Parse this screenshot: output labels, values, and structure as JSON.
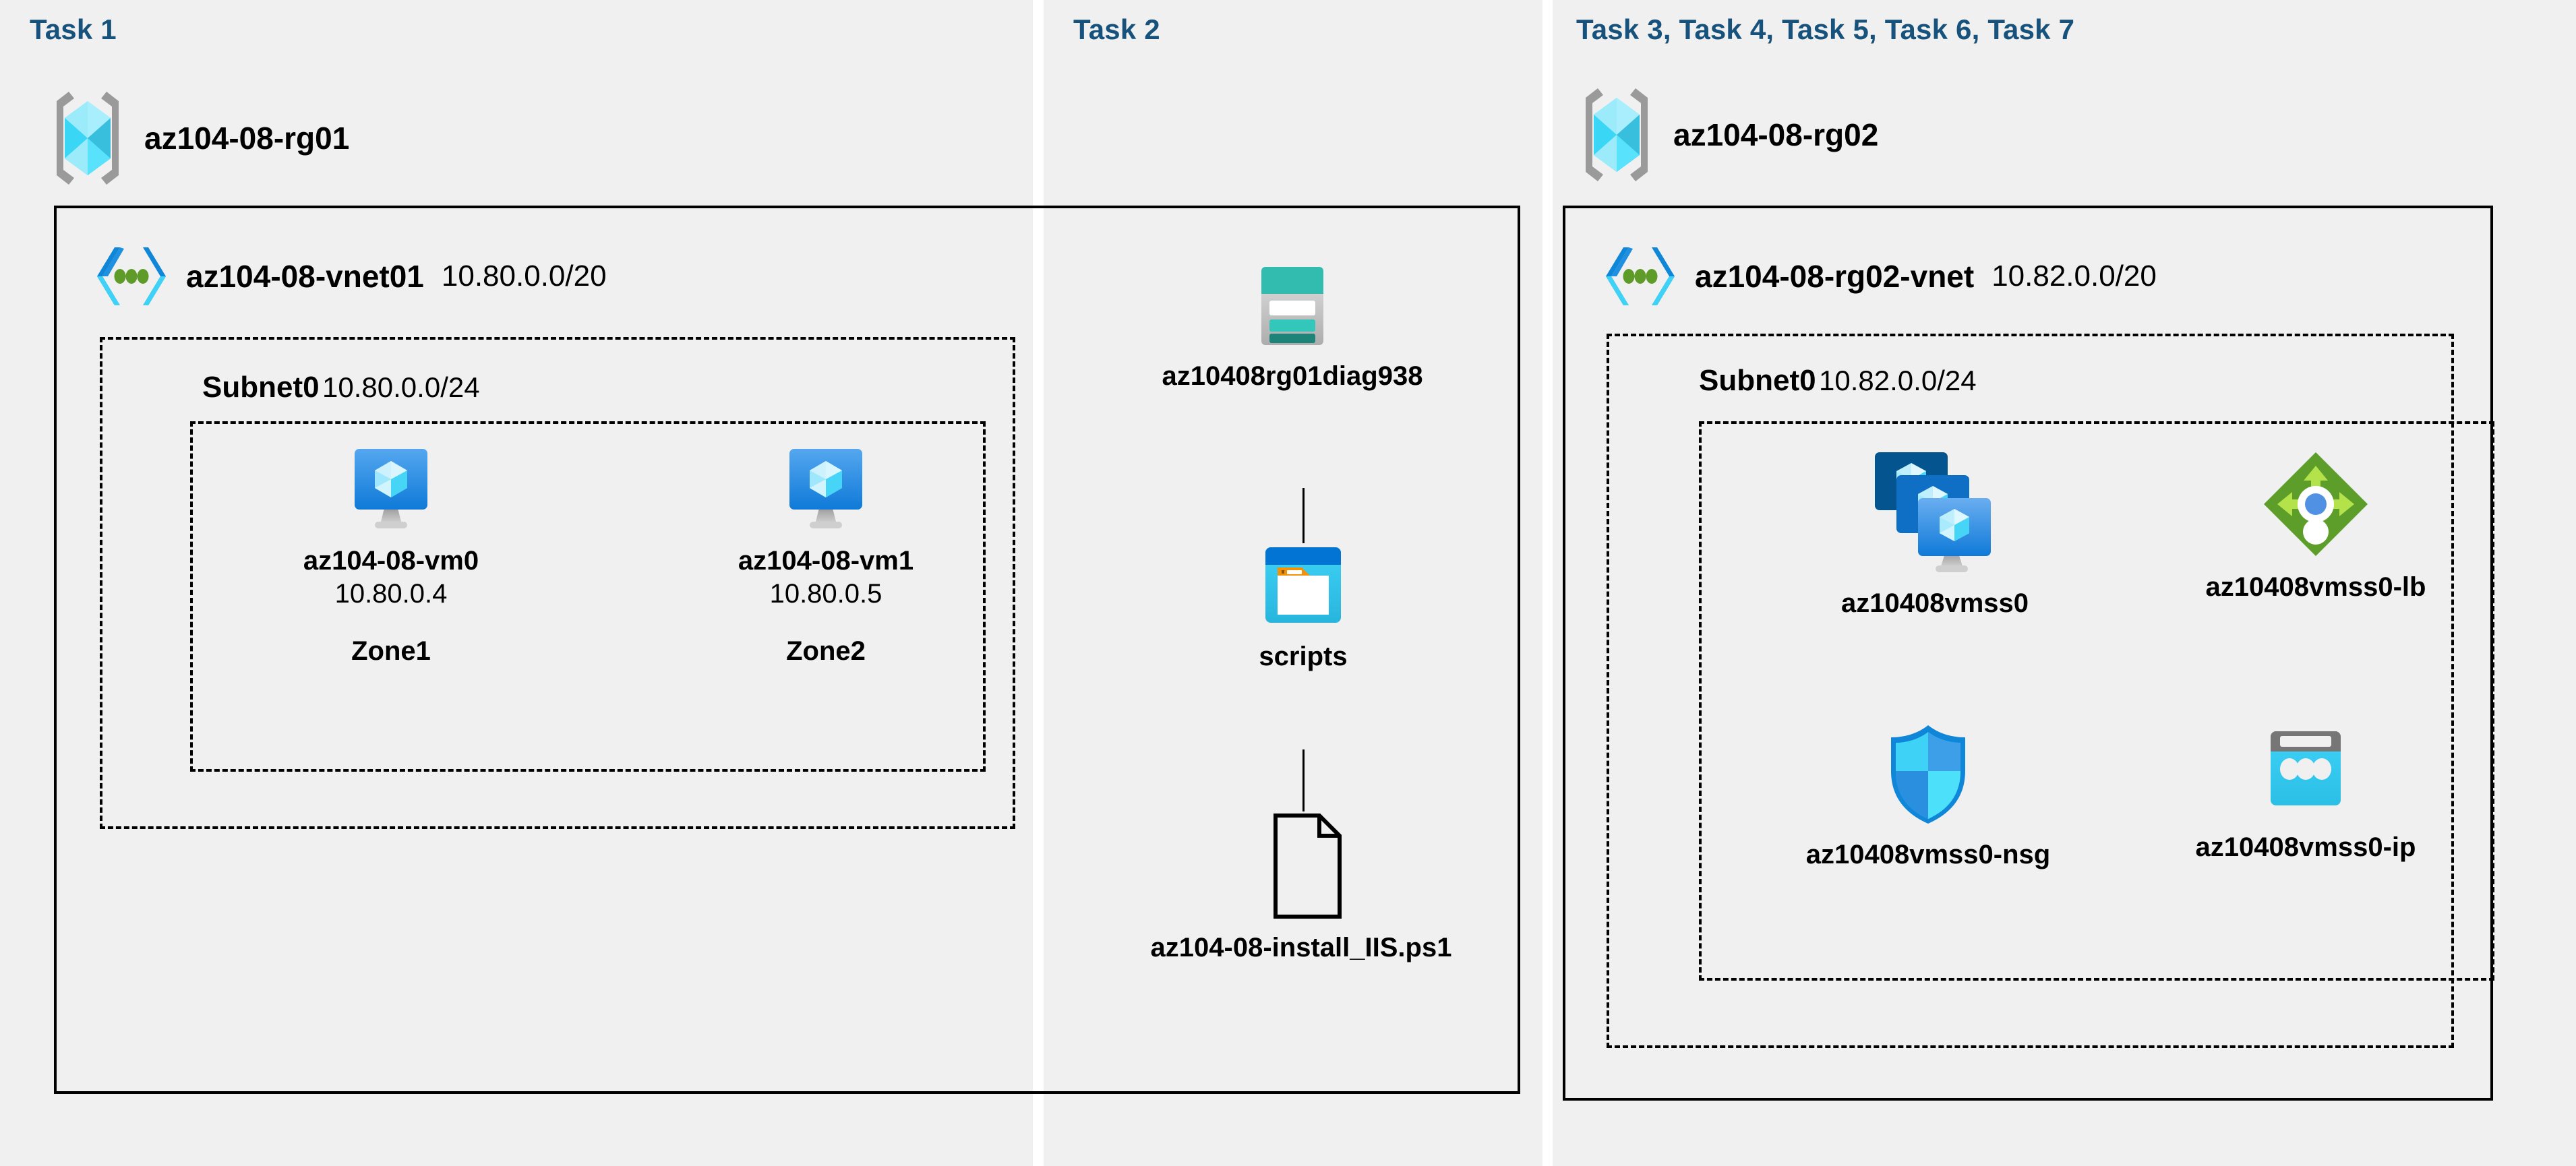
{
  "diagram": {
    "title": "Azure AZ-104 Lab 08 architecture diagram",
    "accent_color": "#16527c",
    "panel_color": "#f0f0f0",
    "border_color": "#000000"
  },
  "columns": [
    {
      "key": "task1",
      "label": "Task 1",
      "resource_group": {
        "name": "az104-08-rg01",
        "icon": "resource-group-icon"
      },
      "vnet": {
        "name": "az104-08-vnet01",
        "cidr": "10.80.0.0/20",
        "icon": "virtual-network-icon"
      },
      "subnet": {
        "name": "Subnet0",
        "cidr": "10.80.0.0/24"
      },
      "vms": [
        {
          "name": "az104-08-vm0",
          "ip": "10.80.0.4",
          "zone": "Zone1",
          "icon": "virtual-machine-icon"
        },
        {
          "name": "az104-08-vm1",
          "ip": "10.80.0.5",
          "zone": "Zone2",
          "icon": "virtual-machine-icon"
        }
      ]
    },
    {
      "key": "task2",
      "label": "Task 2",
      "items": [
        {
          "name": "az10408rg01diag938",
          "icon": "storage-account-icon"
        },
        {
          "name": "scripts",
          "icon": "blob-container-icon"
        },
        {
          "name": "az104-08-install_IIS.ps1",
          "icon": "file-document-icon"
        }
      ]
    },
    {
      "key": "task3_7",
      "label": "Task 3, Task 4, Task 5, Task 6, Task 7",
      "resource_group": {
        "name": "az104-08-rg02",
        "icon": "resource-group-icon"
      },
      "vnet": {
        "name": "az104-08-rg02-vnet",
        "cidr": "10.82.0.0/20",
        "icon": "virtual-network-icon"
      },
      "subnet": {
        "name": "Subnet0",
        "cidr": "10.82.0.0/24"
      },
      "resources": [
        {
          "name": "az10408vmss0",
          "icon": "vm-scale-set-icon"
        },
        {
          "name": "az10408vmss0-lb",
          "icon": "load-balancer-icon"
        },
        {
          "name": "az10408vmss0-nsg",
          "icon": "network-security-group-icon"
        },
        {
          "name": "az10408vmss0-ip",
          "icon": "public-ip-address-icon"
        }
      ]
    }
  ]
}
